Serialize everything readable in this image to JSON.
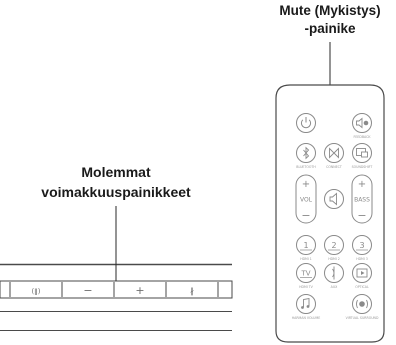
{
  "labels": {
    "mute_line1": "Mute (Mykistys)",
    "mute_line2": "-painike",
    "volume_line1": "Molemmat",
    "volume_line2": "voimakkuuspainikkeet"
  },
  "soundbar": {
    "buttons": [
      "(ǁ)",
      "−",
      "+",
      "∦"
    ]
  },
  "remote": {
    "feedback": "FEEDBACK",
    "bluetooth": "BLUETOOTH",
    "connect": "CONNECT",
    "sound_shift": "SOUNDSHIFT",
    "vol_plus": "+",
    "vol_label": "VOL",
    "vol_minus": "−",
    "bass_plus": "+",
    "bass_label": "BASS",
    "bass_minus": "−",
    "hdmi1_num": "1",
    "hdmi1": "HDMI 1",
    "hdmi2_num": "2",
    "hdmi2": "HDMI 2",
    "hdmi3_num": "3",
    "hdmi3": "HDMI 3",
    "tv_num": "TV",
    "tv_label": "HDMI TV",
    "aux": "AUX",
    "optical": "OPTICAL",
    "harman_volume": "HARMAN VOLUME",
    "virtual_surround": "VIRTUAL SURROUND"
  }
}
